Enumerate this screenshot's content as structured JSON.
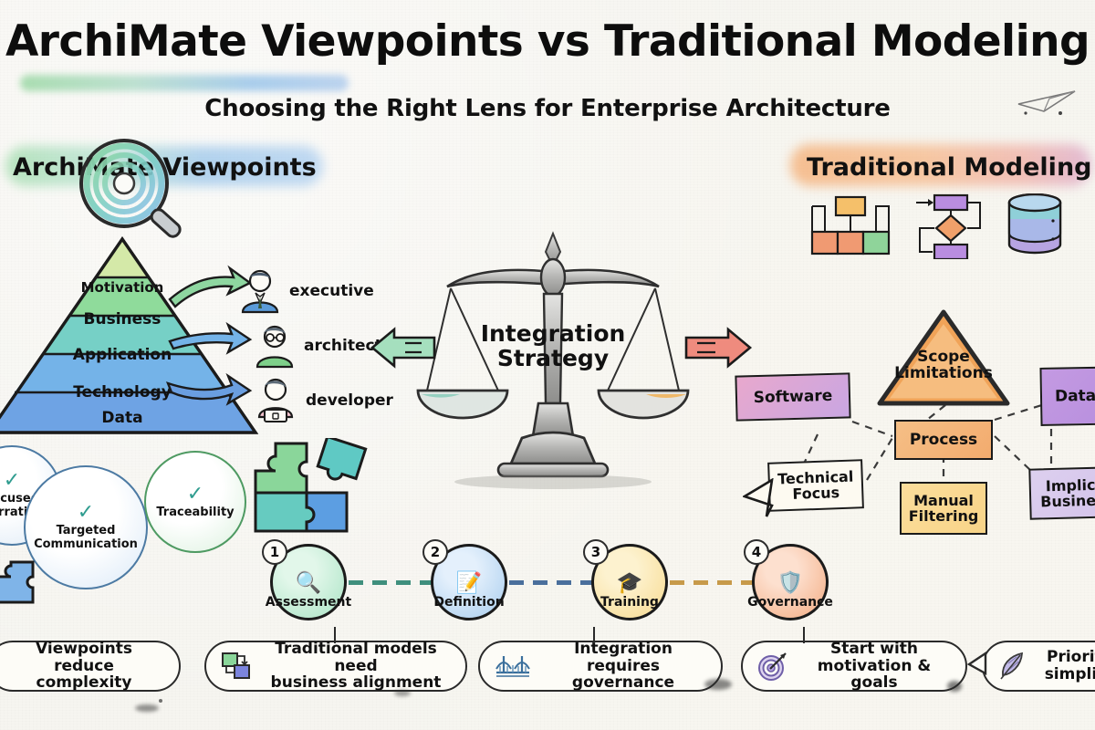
{
  "header": {
    "title": "ArchiMate Viewpoints vs Traditional Modeling",
    "subtitle": "Choosing the Right Lens for Enterprise Architecture"
  },
  "sections": {
    "left": {
      "heading": "ArchiMate Viewpoints",
      "icon": "magnifying-glass-icon"
    },
    "right": {
      "heading": "Traditional Modeling",
      "icon": "diagram-icons"
    }
  },
  "pyramid": {
    "layers": [
      {
        "label": "Motivation",
        "color": "#d4e9a8"
      },
      {
        "label": "Business",
        "color": "#8fdb9b"
      },
      {
        "label": "Application",
        "color": "#76d0c6"
      },
      {
        "label": "Technology",
        "color": "#74b3e8"
      },
      {
        "label": "Data",
        "color": "#6ea3e4"
      }
    ]
  },
  "personas": [
    {
      "label": "executive",
      "icon": "person-suit-icon",
      "arrow_color": "#6dc98a"
    },
    {
      "label": "architect",
      "icon": "person-glasses-icon",
      "arrow_color": "#5b9bd8"
    },
    {
      "label": "developer",
      "icon": "person-laptop-icon",
      "arrow_color": "#5b8ad8"
    }
  ],
  "benefits": [
    {
      "label": "Focused\nNarrative",
      "icon": "check-icon",
      "truncated": true
    },
    {
      "label": "Targeted\nCommunication",
      "icon": "check-icon"
    },
    {
      "label": "Traceability",
      "icon": "check-icon"
    }
  ],
  "center": {
    "label": "Integration\nStrategy",
    "icon": "balance-scale-icon",
    "left_arrow_color": "#7ed0a8",
    "right_arrow_color": "#e8776b"
  },
  "traditional_diagram": {
    "warning": {
      "label": "Scope\nLimitations",
      "icon": "warning-triangle-icon"
    },
    "nodes": [
      {
        "id": "software",
        "label": "Software",
        "color": "#d8a4d8"
      },
      {
        "id": "process",
        "label": "Process",
        "color": "#f3ab6e"
      },
      {
        "id": "data",
        "label": "Data",
        "color": "#b58ddd",
        "truncated": true
      },
      {
        "id": "technical",
        "label": "Technical\nFocus",
        "color": "#fdfaf1"
      },
      {
        "id": "manual",
        "label": "Manual\nFiltering",
        "color": "#f8d488"
      },
      {
        "id": "implicit",
        "label": "Implicit\nBusiness",
        "color": "#d1bfe9",
        "truncated": true
      }
    ]
  },
  "roadmap": {
    "steps": [
      {
        "number": "1",
        "label": "Assessment",
        "icon": "magnifier-icon",
        "color": "#a9e3c4"
      },
      {
        "number": "2",
        "label": "Definition",
        "icon": "document-pen-icon",
        "color": "#a8cdee"
      },
      {
        "number": "3",
        "label": "Training",
        "icon": "graduation-cap-icon",
        "color": "#f7da8f"
      },
      {
        "number": "4",
        "label": "Governance",
        "icon": "shield-checklist-icon",
        "color": "#f3ab81"
      }
    ]
  },
  "callouts": [
    {
      "text": "Viewpoints reduce\ncomplexity",
      "icon": ""
    },
    {
      "text": "Traditional models need\nbusiness alignment",
      "icon": "puzzle-blocks-icon"
    },
    {
      "text": "Integration requires\ngovernance",
      "icon": "bridge-icon"
    },
    {
      "text": "Start with\nmotivation & goals",
      "icon": "target-dart-icon"
    },
    {
      "text": "Prioritize\nsimplicity",
      "icon": "feather-icon",
      "truncated": true
    }
  ],
  "colors": {
    "background": "#f6f5f0",
    "ink": "#111111",
    "accent_left": "#6dc98a",
    "accent_right": "#f5a86a"
  }
}
